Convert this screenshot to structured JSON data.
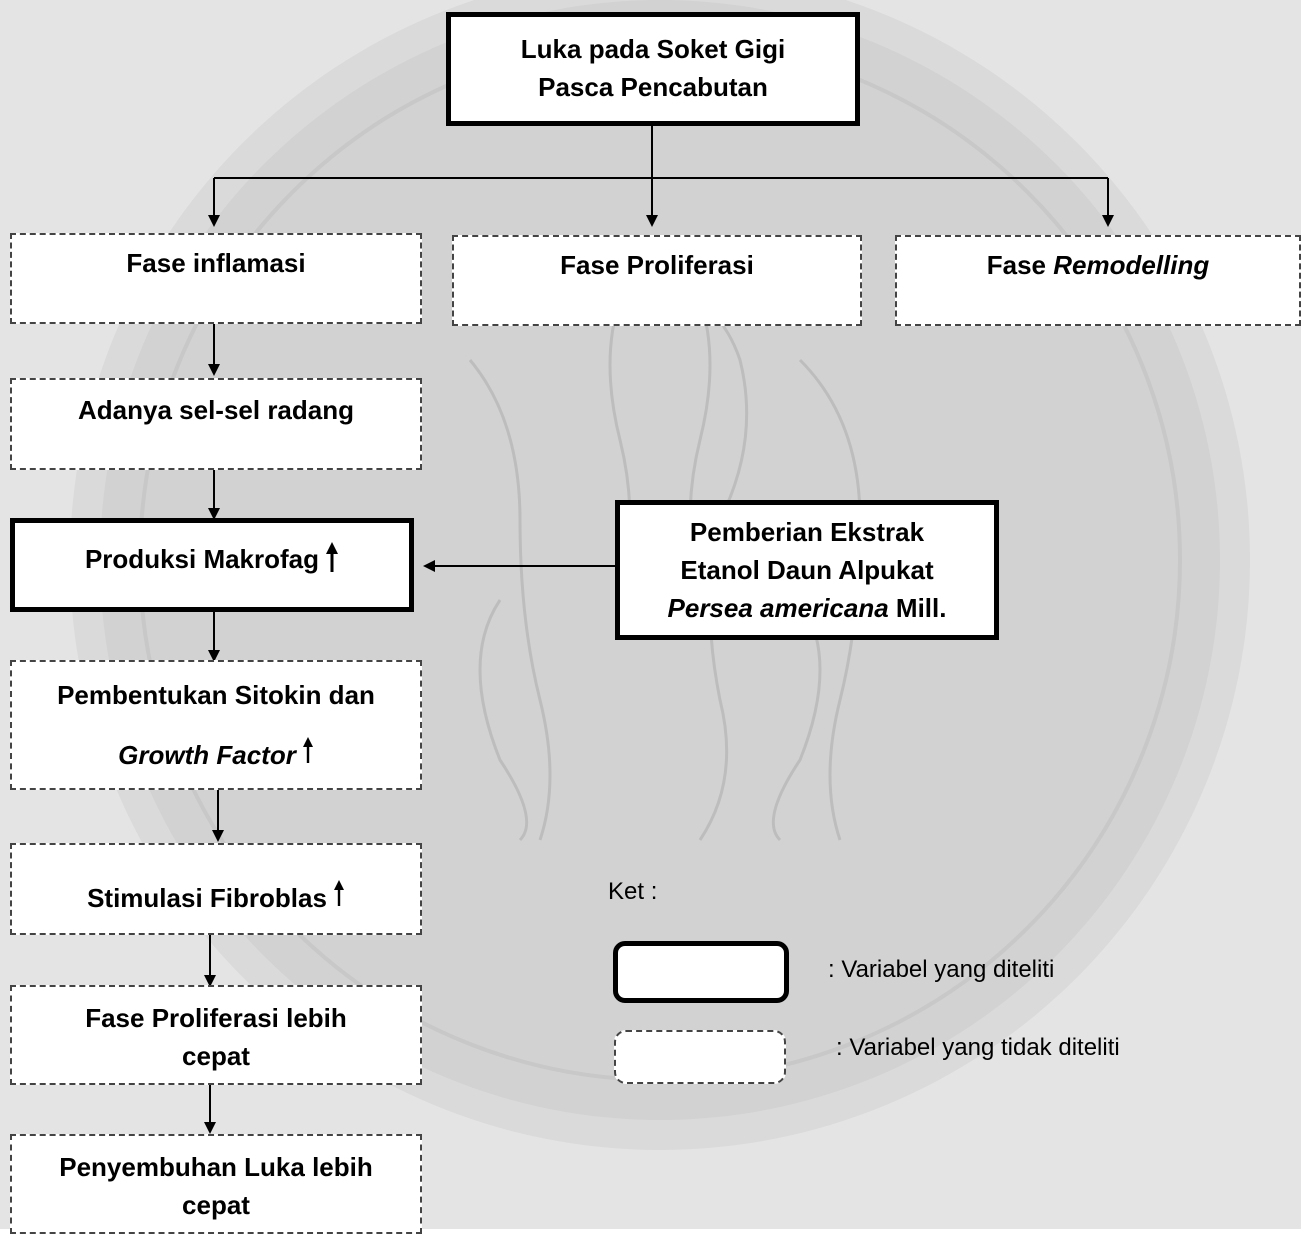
{
  "nodes": {
    "root": {
      "line1": "Luka pada Soket Gigi",
      "line2": "Pasca Pencabutan"
    },
    "inflamasi": {
      "label": "Fase inflamasi"
    },
    "proliferasi": {
      "label": "Fase Proliferasi"
    },
    "remodelling": {
      "prefix": "Fase",
      "italic": "Remodelling"
    },
    "radang": {
      "label": "Adanya sel-sel radang"
    },
    "makrofag": {
      "label": "Produksi Makrofag"
    },
    "ekstrak": {
      "line1": "Pemberian Ekstrak",
      "line2": "Etanol Daun Alpukat",
      "italic": "Persea americana",
      "suffix": "Mill."
    },
    "sitokin": {
      "line1": "Pembentukan Sitokin dan",
      "italic": "Growth Factor"
    },
    "fibroblas": {
      "label": "Stimulasi Fibroblas"
    },
    "proliferasi_cepat": {
      "line1": "Fase Proliferasi lebih",
      "line2": "cepat"
    },
    "penyembuhan": {
      "line1": "Penyembuhan Luka lebih",
      "line2": "cepat"
    }
  },
  "legend": {
    "title": "Ket :",
    "researched": ": Variabel yang diteliti",
    "not_researched": ": Variabel yang tidak diteliti"
  },
  "colors": {
    "border": "#000000",
    "dashed": "#444444",
    "watermark": "#d7d7d7"
  }
}
